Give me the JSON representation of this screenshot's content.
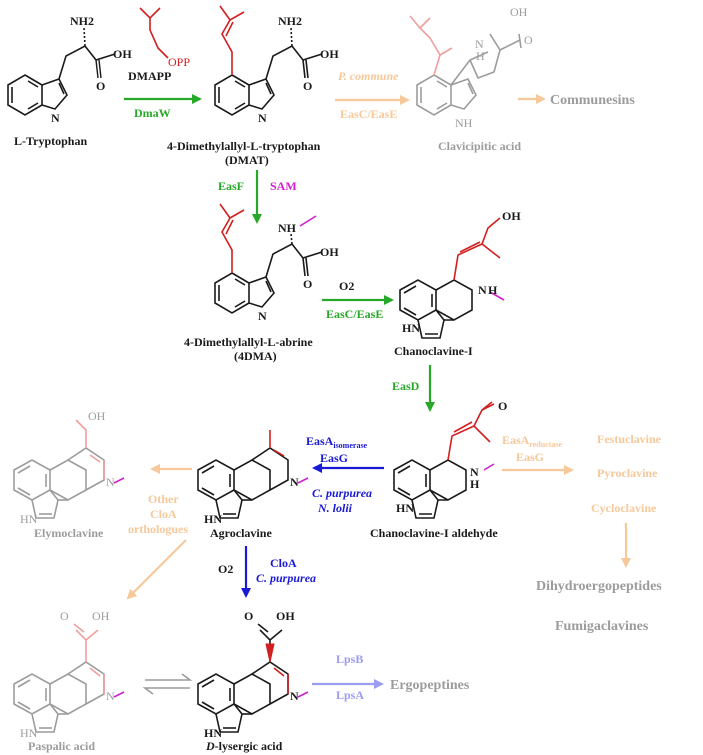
{
  "colors": {
    "black": "#1a1a1a",
    "red": "#d21f1f",
    "green": "#28a828",
    "magenta": "#d01fd0",
    "blue": "#1a1ad6",
    "peach": "#f6c89a",
    "pink": "#ef9e9e",
    "gray": "#9c9c9c",
    "lavender": "#9c9cf0"
  },
  "compounds": {
    "tryptophan": "L-Tryptophan",
    "dmat_line1": "4-Dimethylallyl-L-tryptophan",
    "dmat_line2": "(DMAT)",
    "clavicipitic": "Clavicipitic acid",
    "communesins": "Communesins",
    "dma_line1": "4-Dimethylallyl-L-abrine",
    "dma_line2": "(4DMA)",
    "chanoclavine": "Chanoclavine-I",
    "chanoclavine_aldehyde": "Chanoclavine-I aldehyde",
    "agroclavine": "Agroclavine",
    "elymoclavine": "Elymoclavine",
    "festuclavine": "Festuclavine",
    "pyroclavine": "Pyroclavine",
    "cycloclavine": "Cycloclavine",
    "dihydroergopeptides": "Dihydroergopeptides",
    "fumigaclavines": "Fumigaclavines",
    "paspalic": "Paspalic acid",
    "lysergic_prefix": "D",
    "lysergic_rest": "-lysergic acid",
    "ergopeptines": "Ergopeptines"
  },
  "atoms": {
    "nh2": "NH2",
    "oh": "OH",
    "o": "O",
    "h": "H",
    "n": "N",
    "hn": "HN",
    "nh": "NH",
    "opp": "OPP"
  },
  "reactions": {
    "dmapp": "DMAPP",
    "dmaw": "DmaW",
    "p_commune": "P. commune",
    "easc_ease_faded": "EasC/EasE",
    "easf": "EasF",
    "sam": "SAM",
    "o2": "O2",
    "easc_ease": "EasC/EasE",
    "easd": "EasD",
    "easa": "EasA",
    "isomerase": "isomerase",
    "easg": "EasG",
    "c_purpurea": "C. purpurea",
    "n_lolii": "N. lolii",
    "easa_red": "EasA",
    "reductase": "reductase",
    "easg_red": "EasG",
    "other_line1": "Other",
    "other_line2": "CloA",
    "other_line3": "orthologues",
    "o2_b": "O2",
    "cloa": "CloA",
    "c_purpurea_b": "C. purpurea",
    "lpsb": "LpsB",
    "lpsa": "LpsA"
  }
}
